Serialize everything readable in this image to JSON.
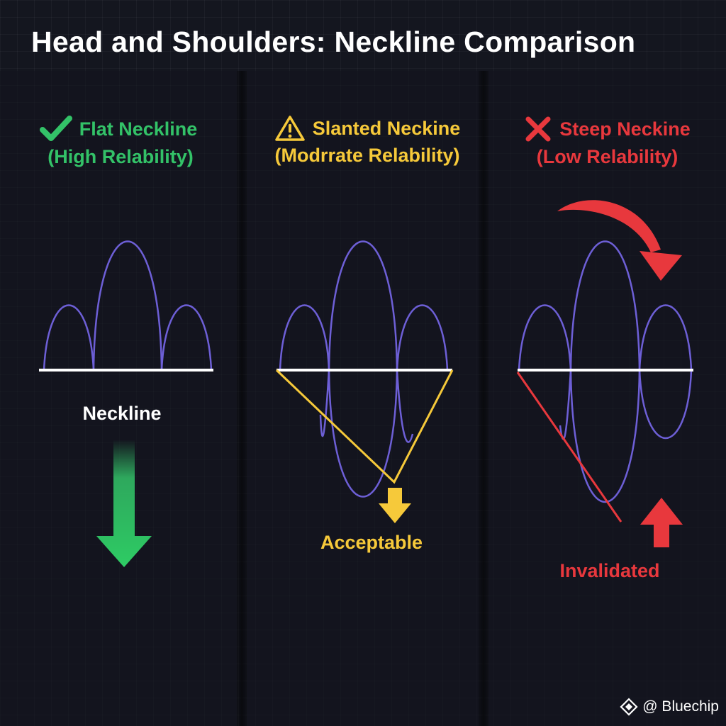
{
  "title": "Head and Shoulders: Neckline Comparison",
  "panels": [
    {
      "heading_line1": "Flat Neckline",
      "heading_line2": "(High Relability)",
      "icon": "check-icon",
      "color": "#33c268",
      "label_neckline": "Neckline"
    },
    {
      "heading_line1": "Slanted Neckine",
      "heading_line2": "(Modrrate Relability)",
      "icon": "warning-icon",
      "color": "#f6c93a",
      "label_result": "Acceptable"
    },
    {
      "heading_line1": "Steep Neckine",
      "heading_line2": "(Low Relability)",
      "icon": "cross-icon",
      "color": "#e8383d",
      "label_result": "Invalidated"
    }
  ],
  "watermark": "@ Bluechip",
  "colors": {
    "curve": "#6d5fd6",
    "neckline": "#ffffff",
    "background": "#14161f"
  }
}
